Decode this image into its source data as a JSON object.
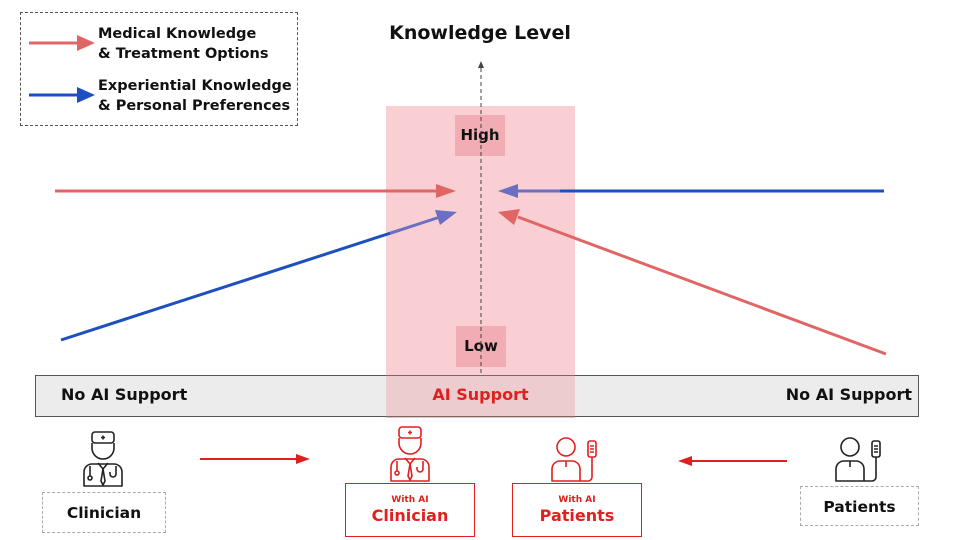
{
  "title": "Knowledge Level",
  "legend": {
    "items": [
      {
        "label_line1": "Medical Knowledge",
        "label_line2": "& Treatment Options",
        "color": "#e06666"
      },
      {
        "label_line1": "Experiential Knowledge",
        "label_line2": "& Personal Preferences",
        "color": "#1c4fbf"
      }
    ]
  },
  "levels": {
    "high": "High",
    "low": "Low"
  },
  "support_bar": {
    "left_label": "No AI Support",
    "center_label": "AI Support",
    "right_label": "No AI Support"
  },
  "roles": {
    "clinician": {
      "label": "Clinician"
    },
    "patients": {
      "label": "Patients"
    },
    "clinician_ai": {
      "sub": "With AI",
      "label": "Clinician"
    },
    "patients_ai": {
      "sub": "With AI",
      "label": "Patients"
    }
  },
  "colors": {
    "medical": "#e06666",
    "experiential": "#1c4fbf",
    "ai_accent": "#e0201e",
    "converge_blue": "#6a6fc4"
  }
}
